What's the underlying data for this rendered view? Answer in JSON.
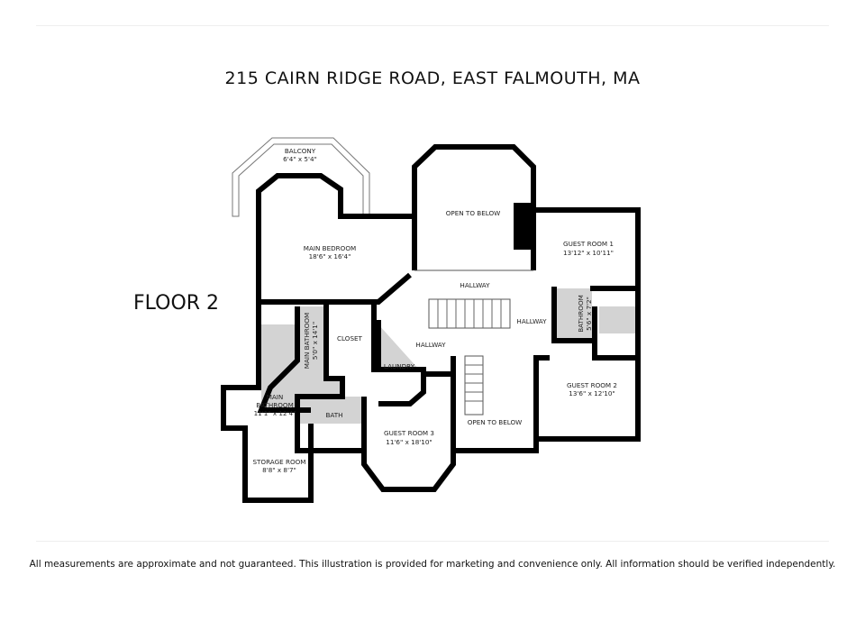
{
  "header": {
    "title": "215 CAIRN RIDGE ROAD, EAST FALMOUTH, MA"
  },
  "floor_label": "FLOOR 2",
  "rooms": {
    "balcony": {
      "name": "BALCONY",
      "size": "6'4\" x 5'4\""
    },
    "main_bedroom": {
      "name": "MAIN BEDROOM",
      "size": "18'6\" x 16'4\""
    },
    "open_to_below_1": {
      "name": "OPEN TO BELOW"
    },
    "guest_room_1": {
      "name": "GUEST ROOM 1",
      "size": "13'12\" x 10'11\""
    },
    "hallway_1": {
      "name": "HALLWAY"
    },
    "hallway_2": {
      "name": "HALLWAY"
    },
    "hallway_3": {
      "name": "HALLWAY"
    },
    "bathroom": {
      "name": "BATHROOM",
      "size": "5'6\" x 7'2\""
    },
    "main_bathroom_1": {
      "name": "MAIN BATHROOM",
      "size": "5'0\" x 14'1\""
    },
    "closet": {
      "name": "CLOSET"
    },
    "laundry": {
      "name": "LAUNDRY"
    },
    "main_bathroom_2": {
      "name": "MAIN",
      "name2": "BATHROOM",
      "size": "11'1\" x 12'4\""
    },
    "bath": {
      "name": "BATH"
    },
    "guest_room_3": {
      "name": "GUEST ROOM 3",
      "size": "11'6\" x 18'10\""
    },
    "open_to_below_2": {
      "name": "OPEN TO BELOW"
    },
    "guest_room_2": {
      "name": "GUEST ROOM 2",
      "size": "13'6\" x 12'10\""
    },
    "storage_room": {
      "name": "STORAGE ROOM",
      "size": "8'8\" x 8'7\""
    }
  },
  "footer": {
    "disclaimer": "All measurements are approximate and not guaranteed. This illustration is provided for marketing and convenience only. All information should be verified independently."
  }
}
